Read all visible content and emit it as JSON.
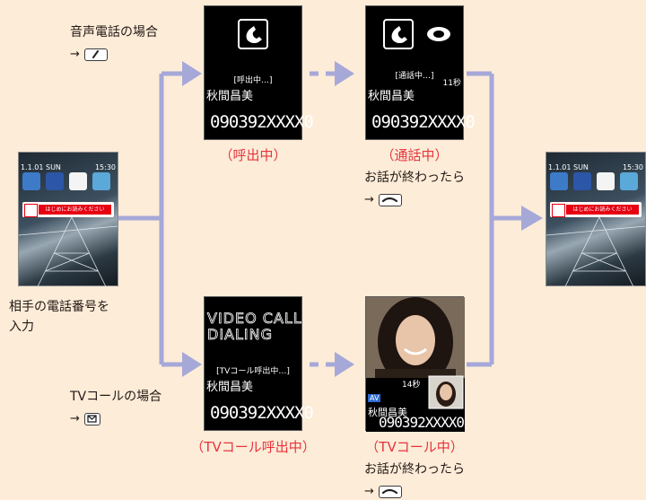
{
  "voice_call": {
    "label": "音声電話の場合",
    "arrow": "→"
  },
  "tv_call": {
    "label": "TVコールの場合",
    "arrow": "→"
  },
  "input_label_1": "相手の電話番号を",
  "input_label_2": "入力",
  "home_screen": {
    "date": "1.1.01  SUN",
    "time": "15:30",
    "banner": "はじめにお読みください"
  },
  "calling": {
    "status": "[呼出中…]",
    "name": "秋間昌美",
    "number": "090392XXXX0",
    "caption": "（呼出中）"
  },
  "talking": {
    "status": "[通話中…]",
    "timer": "11秒",
    "name": "秋間昌美",
    "number": "090392XXXX0",
    "caption": "（通話中）",
    "end_label": "お話が終わったら",
    "end_arrow": "→"
  },
  "tv_calling": {
    "title_line1": "VIDEO CALL",
    "title_line2": "DIALING",
    "status": "[TVコール呼出中…]",
    "name": "秋間昌美",
    "number": "090392XXXX0",
    "caption": "（TVコール呼出中）"
  },
  "tv_talking": {
    "timer": "14秒",
    "name": "秋間昌美",
    "number": "090392XXXX0",
    "caption": "（TVコール中）",
    "end_label": "お話が終わったら",
    "end_arrow": "→"
  },
  "colors": {
    "arrow": "#a6a8d8",
    "accent_red": "#e8333c",
    "background": "#fcecd8"
  }
}
